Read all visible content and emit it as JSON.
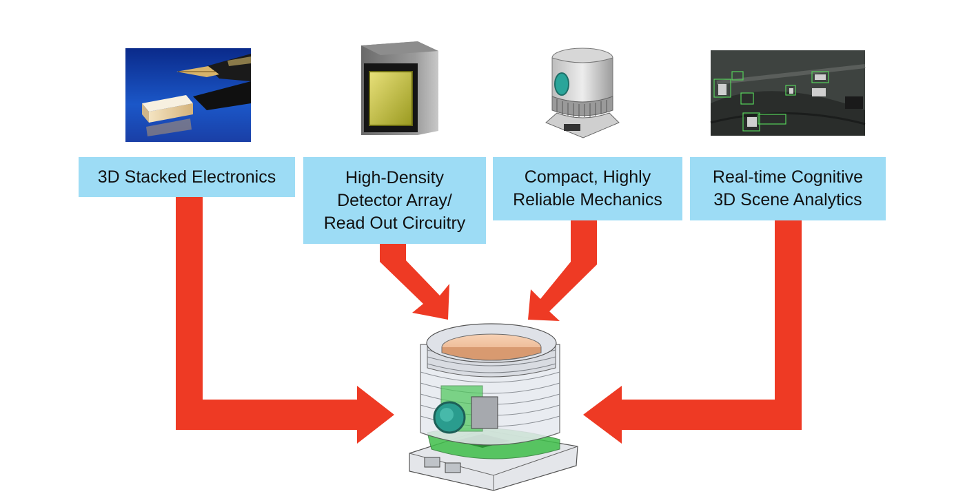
{
  "components": [
    {
      "id": "electronics",
      "label": "3D Stacked Electronics",
      "image": "stacked-electronics-chip-with-pen-nib"
    },
    {
      "id": "detector",
      "label": "High-Density\nDetector Array/\nRead Out Circuitry",
      "image": "detector-array-chip"
    },
    {
      "id": "mechanics",
      "label": "Compact, Highly\nReliable Mechanics",
      "image": "cylindrical-scanner-housing"
    },
    {
      "id": "analytics",
      "label": "Real-time Cognitive\n3D Scene Analytics",
      "image": "aerial-night-scene-with-detection-boxes"
    }
  ],
  "central_device": "lidar-sensor-assembly",
  "colors": {
    "label_bg": "#9ddcf5",
    "arrow": "#ee3a24",
    "lens": "#2a9c8e",
    "top_disc": "#f4c6a4",
    "pcb_green": "#3fbf4a"
  }
}
